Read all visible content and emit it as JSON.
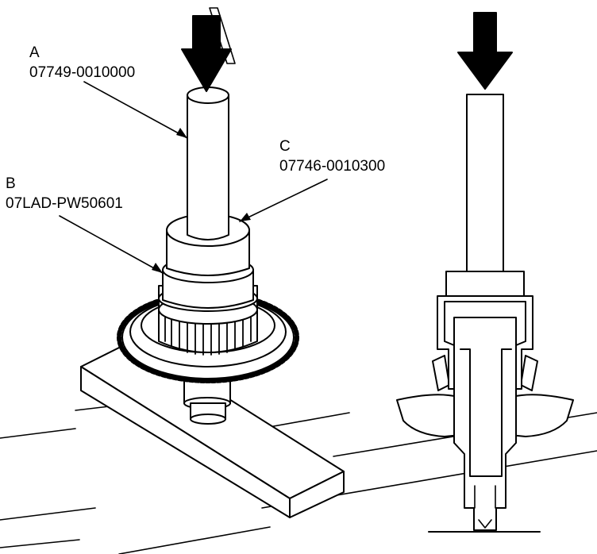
{
  "callouts": {
    "a": {
      "letter": "A",
      "part_number": "07749-0010000"
    },
    "b": {
      "letter": "B",
      "part_number": "07LAD-PW50601"
    },
    "c": {
      "letter": "C",
      "part_number": "07746-0010300"
    }
  },
  "colors": {
    "line": "#000000",
    "fill": "#ffffff"
  },
  "icons": [
    "press-arrow-icon",
    "press-arrow-icon"
  ]
}
